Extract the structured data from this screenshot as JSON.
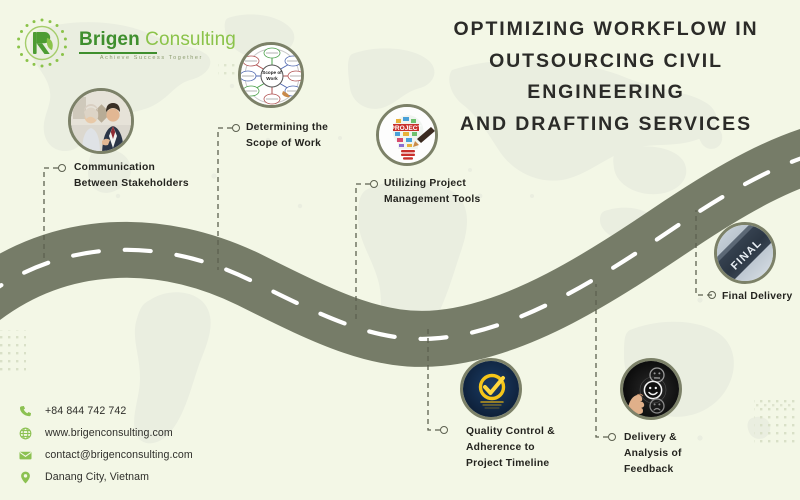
{
  "brand": {
    "name_primary": "Brigen",
    "name_secondary": "Consulting",
    "tagline": "Achieve Success Together",
    "logo_icon": "brigen-leaf-badge-icon",
    "green_dark": "#3f8f2e",
    "green_light": "#8bc34a"
  },
  "header": {
    "title_line1": "Optimizing Workflow in",
    "title_line2": "Outsourcing Civil Engineering",
    "title_line3": "and Drafting Services"
  },
  "theme": {
    "background": "#f3f7e6",
    "road": "#767c68",
    "road_dash": "#ffffff",
    "icon_ring": "#7c8168",
    "connector": "#5d6150",
    "text": "#24241f"
  },
  "steps": [
    {
      "id": "communication",
      "label": "Communication\nBetween Stakeholders",
      "icon": "handshake-meeting-photo-icon"
    },
    {
      "id": "scope-of-work",
      "label": "Determining the\nScope of Work",
      "icon": "mind-map-scope-of-work-icon",
      "icon_caption": "Scope of Work"
    },
    {
      "id": "project-management-tools",
      "label": "Utilizing Project\nManagement Tools",
      "icon": "project-lightbulb-icon",
      "icon_caption": "PROJECT"
    },
    {
      "id": "final-delivery",
      "label": "Final Delivery",
      "icon": "final-banner-icon",
      "icon_caption": "FINAL"
    },
    {
      "id": "quality-control",
      "label": "Quality Control &\nAdherence to\nProject Timeline",
      "icon": "gold-checkmark-icon"
    },
    {
      "id": "feedback",
      "label": "Delivery &\nAnalysis of\nFeedback",
      "icon": "hand-rating-smiley-icon"
    }
  ],
  "contact": [
    {
      "icon": "phone-icon",
      "value": "+84 844 742 742"
    },
    {
      "icon": "globe-icon",
      "value": "www.brigenconsulting.com"
    },
    {
      "icon": "envelope-icon",
      "value": "contact@brigenconsulting.com"
    },
    {
      "icon": "map-pin-icon",
      "value": "Danang City, Vietnam"
    }
  ]
}
